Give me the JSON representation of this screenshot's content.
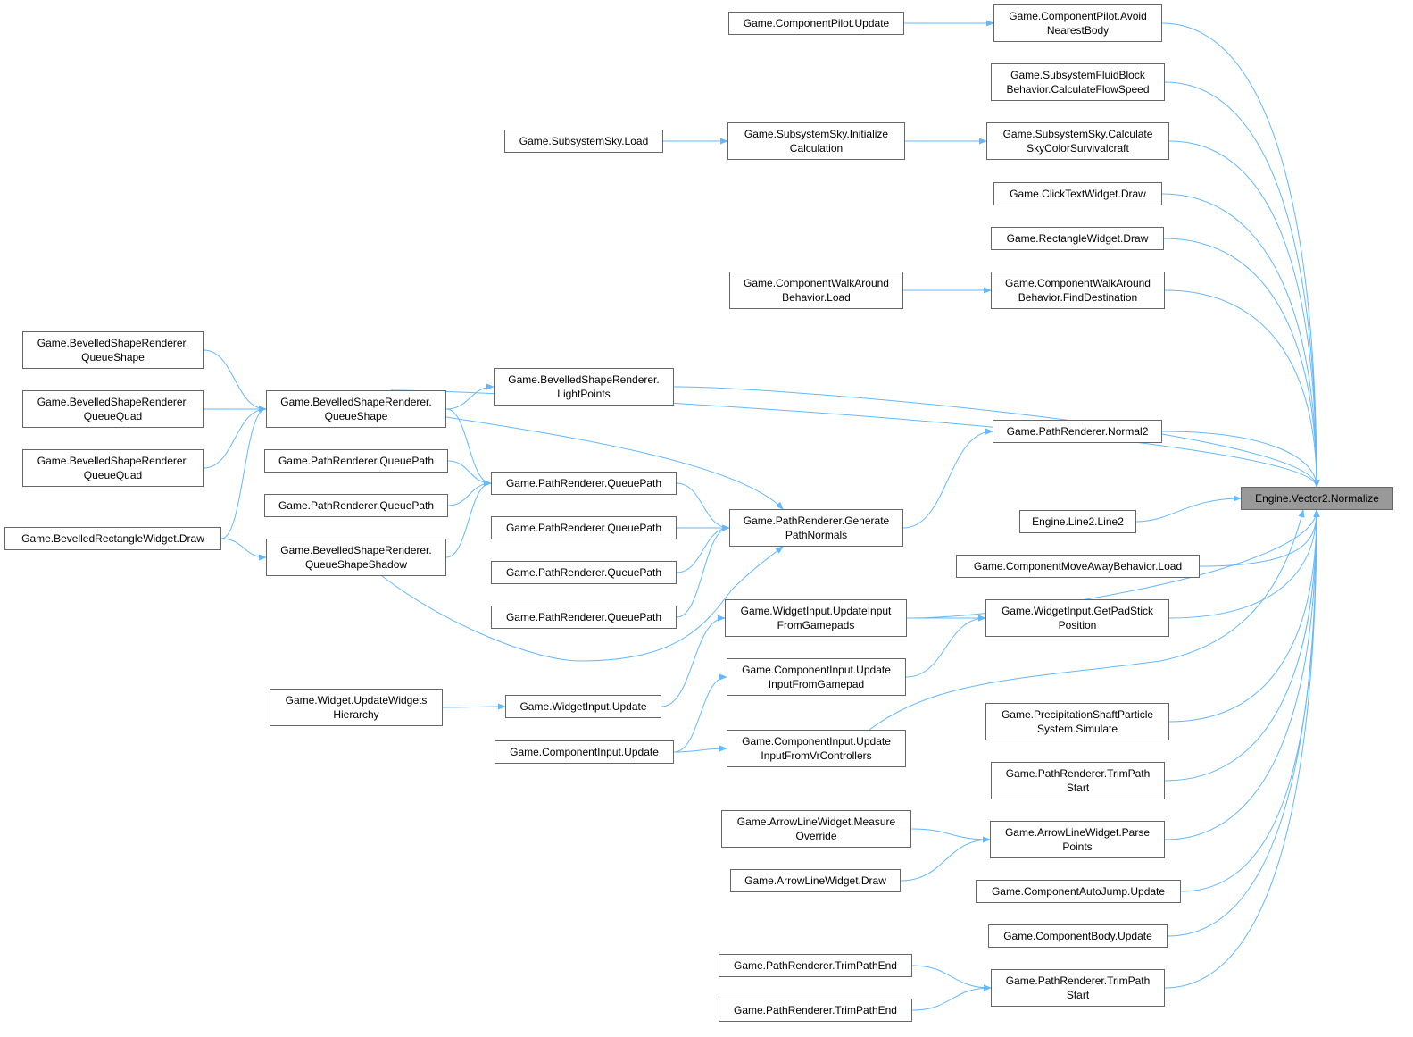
{
  "graph": {
    "edge_color": "#63b8ff",
    "target_fill": "#999999",
    "nodes": [
      {
        "id": "normalize",
        "label": "Engine.Vector2.Normalize"
      },
      {
        "id": "avoid",
        "label": "Game.ComponentPilot.Avoid\nNearestBody"
      },
      {
        "id": "fluid",
        "label": "Game.SubsystemFluidBlock\nBehavior.CalculateFlowSpeed"
      },
      {
        "id": "skycalc",
        "label": "Game.SubsystemSky.Calculate\nSkyColorSurvivalcraft"
      },
      {
        "id": "clicktext",
        "label": "Game.ClickTextWidget.Draw"
      },
      {
        "id": "rectwidget",
        "label": "Game.RectangleWidget.Draw"
      },
      {
        "id": "finddest",
        "label": "Game.ComponentWalkAround\nBehavior.FindDestination"
      },
      {
        "id": "normal2",
        "label": "Game.PathRenderer.Normal2"
      },
      {
        "id": "line2",
        "label": "Engine.Line2.Line2"
      },
      {
        "id": "moveaway",
        "label": "Game.ComponentMoveAwayBehavior.Load"
      },
      {
        "id": "padstick",
        "label": "Game.WidgetInput.GetPadStick\nPosition"
      },
      {
        "id": "precip",
        "label": "Game.PrecipitationShaftParticle\nSystem.Simulate"
      },
      {
        "id": "trimstart1",
        "label": "Game.PathRenderer.TrimPath\nStart"
      },
      {
        "id": "parsepoints",
        "label": "Game.ArrowLineWidget.Parse\nPoints"
      },
      {
        "id": "autojump",
        "label": "Game.ComponentAutoJump.Update"
      },
      {
        "id": "body",
        "label": "Game.ComponentBody.Update"
      },
      {
        "id": "trimstart2",
        "label": "Game.PathRenderer.TrimPath\nStart"
      },
      {
        "id": "pilotupdate",
        "label": "Game.ComponentPilot.Update"
      },
      {
        "id": "skyinit",
        "label": "Game.SubsystemSky.Initialize\nCalculation"
      },
      {
        "id": "walkload",
        "label": "Game.ComponentWalkAround\nBehavior.Load"
      },
      {
        "id": "gennormals",
        "label": "Game.PathRenderer.Generate\nPathNormals"
      },
      {
        "id": "updgamepads",
        "label": "Game.WidgetInput.UpdateInput\nFromGamepads"
      },
      {
        "id": "ciupdgamepad",
        "label": "Game.ComponentInput.Update\nInputFromGamepad"
      },
      {
        "id": "ciupdvr",
        "label": "Game.ComponentInput.Update\nInputFromVrControllers"
      },
      {
        "id": "measure",
        "label": "Game.ArrowLineWidget.Measure\nOverride"
      },
      {
        "id": "arrowdraw",
        "label": "Game.ArrowLineWidget.Draw"
      },
      {
        "id": "trimend1",
        "label": "Game.PathRenderer.TrimPathEnd"
      },
      {
        "id": "trimend2",
        "label": "Game.PathRenderer.TrimPathEnd"
      },
      {
        "id": "skyload",
        "label": "Game.SubsystemSky.Load"
      },
      {
        "id": "lightpoints",
        "label": "Game.BevelledShapeRenderer.\nLightPoints"
      },
      {
        "id": "qp_a",
        "label": "Game.PathRenderer.QueuePath"
      },
      {
        "id": "qp_b",
        "label": "Game.PathRenderer.QueuePath"
      },
      {
        "id": "qp_c",
        "label": "Game.PathRenderer.QueuePath"
      },
      {
        "id": "qp_d",
        "label": "Game.PathRenderer.QueuePath"
      },
      {
        "id": "wiupdate",
        "label": "Game.WidgetInput.Update"
      },
      {
        "id": "ciupdate",
        "label": "Game.ComponentInput.Update"
      },
      {
        "id": "queueshape",
        "label": "Game.BevelledShapeRenderer.\nQueueShape"
      },
      {
        "id": "qp_e",
        "label": "Game.PathRenderer.QueuePath"
      },
      {
        "id": "qp_f",
        "label": "Game.PathRenderer.QueuePath"
      },
      {
        "id": "shadow",
        "label": "Game.BevelledShapeRenderer.\nQueueShapeShadow"
      },
      {
        "id": "widgethier",
        "label": "Game.Widget.UpdateWidgets\nHierarchy"
      },
      {
        "id": "queueshape0",
        "label": "Game.BevelledShapeRenderer.\nQueueShape"
      },
      {
        "id": "queuequad1",
        "label": "Game.BevelledShapeRenderer.\nQueueQuad"
      },
      {
        "id": "queuequad2",
        "label": "Game.BevelledShapeRenderer.\nQueueQuad"
      },
      {
        "id": "rectdraw",
        "label": "Game.BevelledRectangleWidget.Draw"
      }
    ],
    "edges": [
      [
        "pilotupdate",
        "avoid"
      ],
      [
        "skyload",
        "skyinit"
      ],
      [
        "skyinit",
        "skycalc"
      ],
      [
        "walkload",
        "finddest"
      ],
      [
        "avoid",
        "normalize"
      ],
      [
        "fluid",
        "normalize"
      ],
      [
        "skycalc",
        "normalize"
      ],
      [
        "clicktext",
        "normalize"
      ],
      [
        "rectwidget",
        "normalize"
      ],
      [
        "finddest",
        "normalize"
      ],
      [
        "queueshape",
        "normalize"
      ],
      [
        "lightpoints",
        "normalize"
      ],
      [
        "normal2",
        "normalize"
      ],
      [
        "updgamepads",
        "normalize"
      ],
      [
        "line2",
        "normalize"
      ],
      [
        "moveaway",
        "normalize"
      ],
      [
        "padstick",
        "normalize"
      ],
      [
        "ciupdvr",
        "normalize"
      ],
      [
        "precip",
        "normalize"
      ],
      [
        "trimstart1",
        "normalize"
      ],
      [
        "parsepoints",
        "normalize"
      ],
      [
        "autojump",
        "normalize"
      ],
      [
        "body",
        "normalize"
      ],
      [
        "trimstart2",
        "normalize"
      ],
      [
        "queueshape0",
        "queueshape"
      ],
      [
        "queuequad1",
        "queueshape"
      ],
      [
        "queuequad2",
        "queueshape"
      ],
      [
        "rectdraw",
        "queueshape"
      ],
      [
        "rectdraw",
        "shadow"
      ],
      [
        "queueshape",
        "lightpoints"
      ],
      [
        "queueshape",
        "gennormals"
      ],
      [
        "queueshape",
        "qp_a"
      ],
      [
        "qp_e",
        "qp_a"
      ],
      [
        "qp_f",
        "qp_a"
      ],
      [
        "shadow",
        "qp_a"
      ],
      [
        "shadow",
        "gennormals"
      ],
      [
        "qp_a",
        "gennormals"
      ],
      [
        "qp_b",
        "gennormals"
      ],
      [
        "qp_c",
        "gennormals"
      ],
      [
        "qp_d",
        "gennormals"
      ],
      [
        "gennormals",
        "normal2"
      ],
      [
        "updgamepads",
        "padstick"
      ],
      [
        "ciupdgamepad",
        "padstick"
      ],
      [
        "wiupdate",
        "updgamepads"
      ],
      [
        "widgethier",
        "wiupdate"
      ],
      [
        "ciupdate",
        "ciupdgamepad"
      ],
      [
        "ciupdate",
        "ciupdvr"
      ],
      [
        "measure",
        "parsepoints"
      ],
      [
        "arrowdraw",
        "parsepoints"
      ],
      [
        "trimend1",
        "trimstart2"
      ],
      [
        "trimend2",
        "trimstart2"
      ]
    ]
  }
}
